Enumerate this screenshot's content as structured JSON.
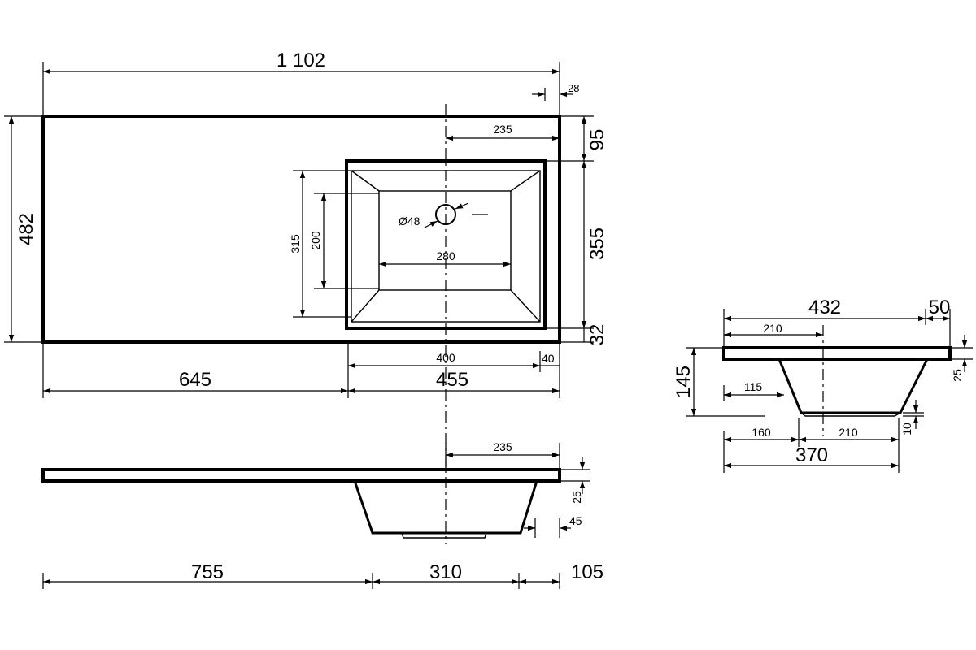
{
  "drawing": {
    "top_view": {
      "overall_width": "1 102",
      "overall_depth": "482",
      "edge_offset": "28",
      "bowl_center_offset": "235",
      "bowl_front_offset": "95",
      "bowl_depth": "355",
      "bowl_back_offset": "32",
      "inner_depth": "315",
      "drain_depth": "200",
      "drain_diameter": "Ø48",
      "drain_width": "280",
      "left_section": "645",
      "bowl_section": "455",
      "bowl_inner_width": "400",
      "bowl_side_offset": "40"
    },
    "front_view": {
      "center_offset": "235",
      "slab_thickness": "25",
      "side_offset": "45",
      "left_segment": "755",
      "bowl_segment": "310",
      "right_segment": "105"
    },
    "side_view": {
      "overall_depth": "432",
      "back_offset": "50",
      "center_offset": "210",
      "height": "145",
      "slab_thickness": "25",
      "bottom_offset": "115",
      "bottom_thickness": "10",
      "front_segment": "160",
      "rear_segment": "210",
      "bowl_depth": "370"
    }
  }
}
